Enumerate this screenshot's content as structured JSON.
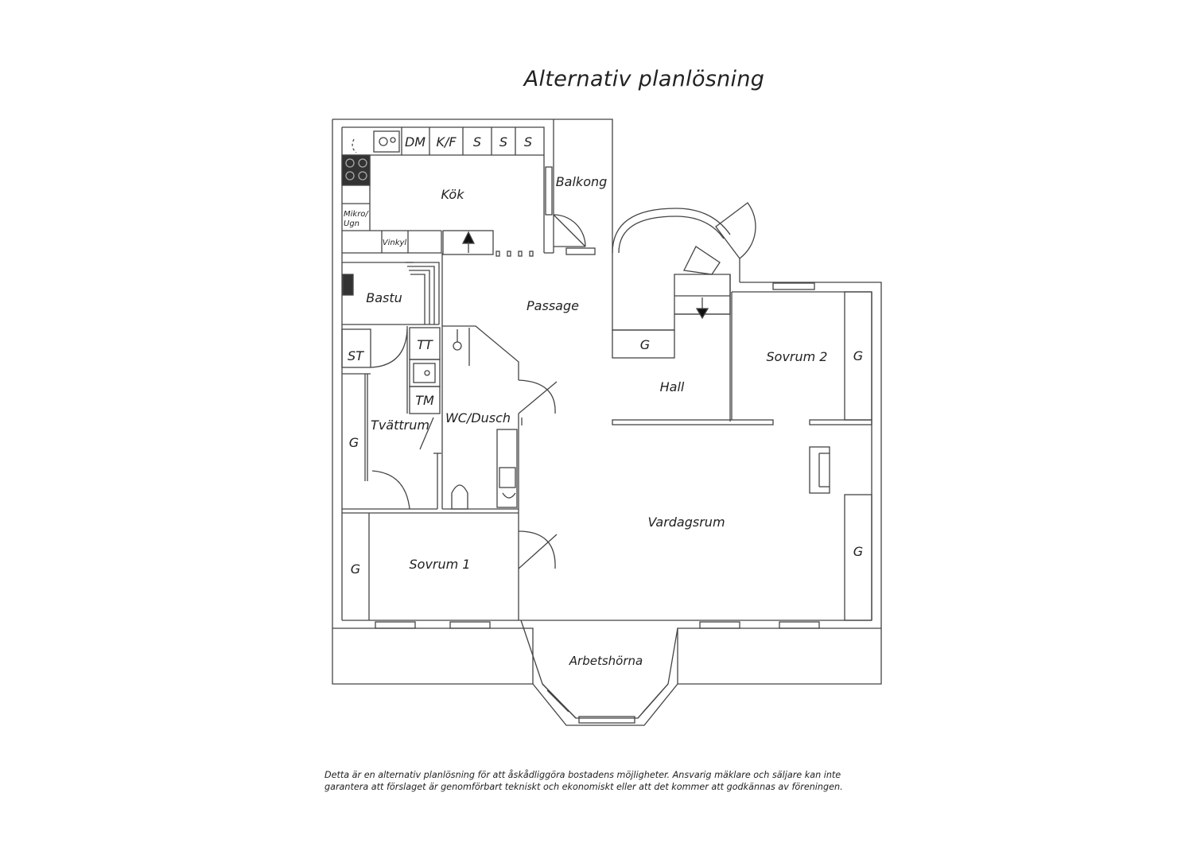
{
  "title": "Alternativ planlösning",
  "rooms": {
    "kok": "Kök",
    "balkong": "Balkong",
    "passage": "Passage",
    "bastu": "Bastu",
    "hall": "Hall",
    "sovrum2": "Sovrum 2",
    "wc_dusch": "WC/Dusch",
    "tvattrum": "Tvättrum",
    "vardagsrum": "Vardagsrum",
    "sovrum1": "Sovrum 1",
    "arbetshorna": "Arbetshörna"
  },
  "fixtures": {
    "dm": "DM",
    "kf": "K/F",
    "s1": "S",
    "s2": "S",
    "s3": "S",
    "mikro_ugn_1": "Mikro/",
    "mikro_ugn_2": "Ugn",
    "vinkyl": "Vinkyl",
    "st": "ST",
    "tt": "TT",
    "tm": "TM",
    "g_hall": "G",
    "g_sovrum2": "G",
    "g_tvattrum": "G",
    "g_sovrum1": "G",
    "g_vardagsrum": "G"
  },
  "disclaimer": {
    "line1": "Detta är en alternativ planlösning för att åskådliggöra bostadens möjligheter. Ansvarig mäklare och säljare kan inte",
    "line2": "garantera att förslaget är genomförbart tekniskt och ekonomiskt eller att det kommer att godkännas av föreningen."
  }
}
